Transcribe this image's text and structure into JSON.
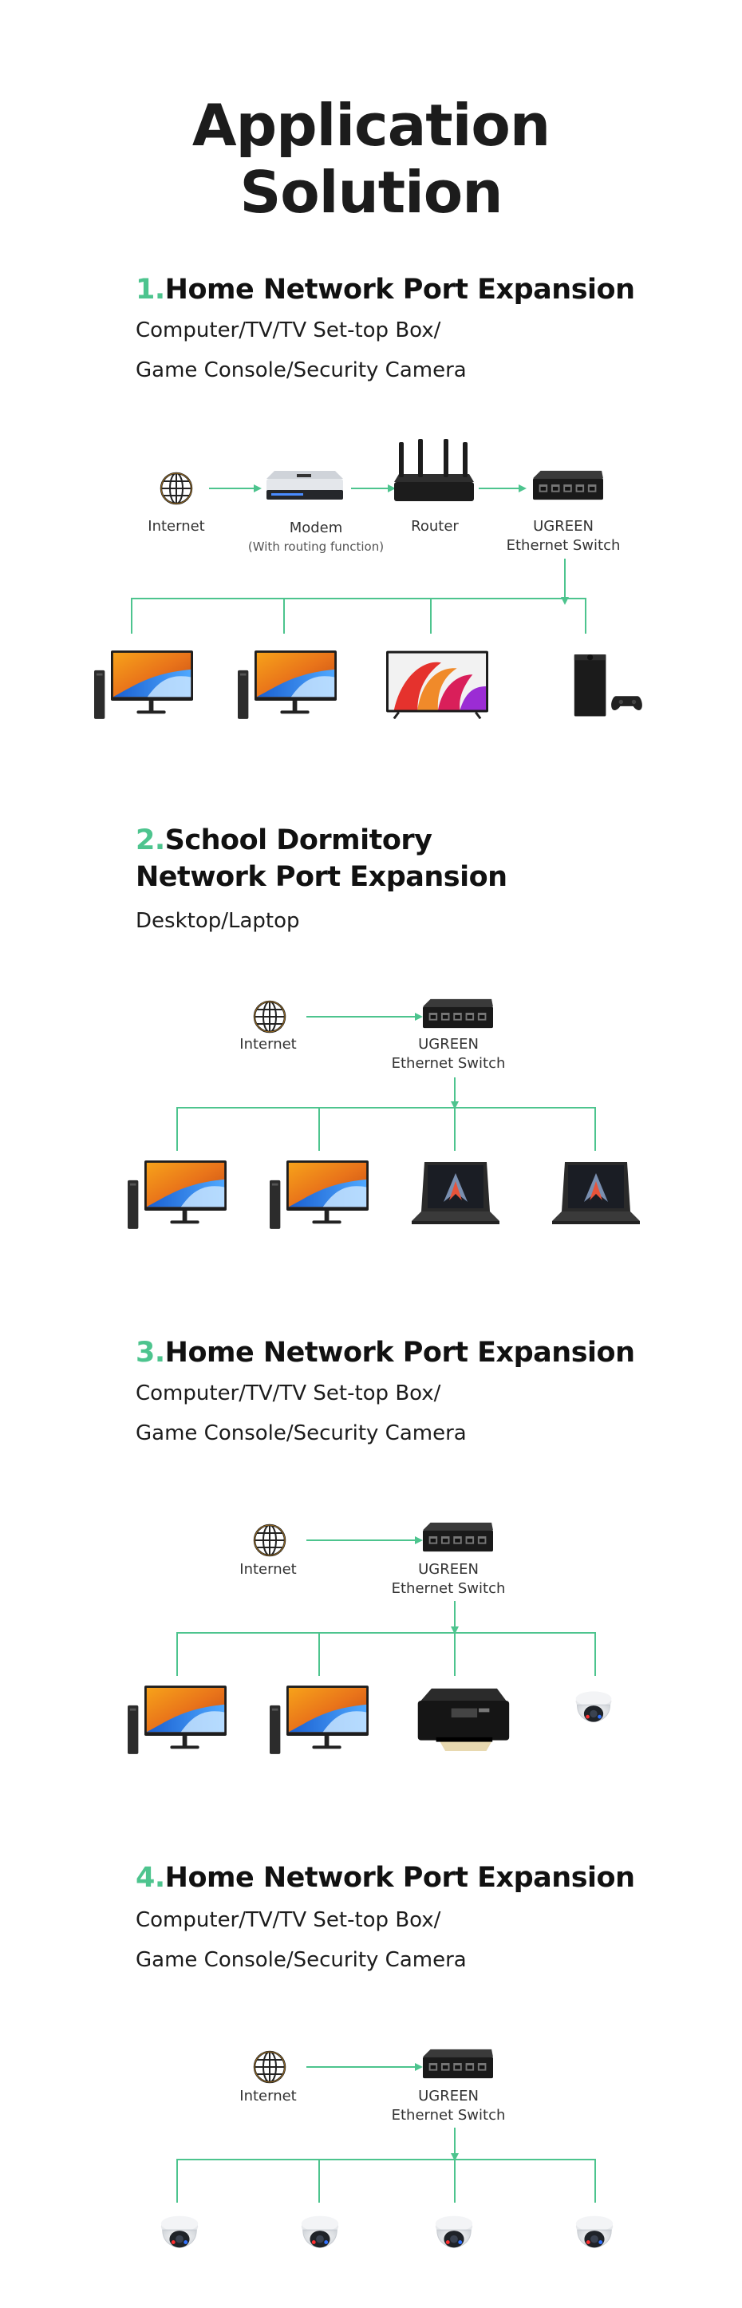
{
  "page_title": [
    "Application",
    "Solution"
  ],
  "sections": [
    {
      "number": "1.",
      "heading": [
        "Home Network Port Expansion"
      ],
      "subs": [
        "Computer/TV/TV Set-top Box/",
        "Game Console/Security Camera"
      ],
      "labels": {
        "internet": "Internet",
        "modem": "Modem",
        "modem_note": "(With routing function)",
        "router": "Router",
        "switch": [
          "UGREEN",
          "Ethernet Switch"
        ]
      }
    },
    {
      "number": "2.",
      "heading": [
        "School Dormitory",
        "Network Port Expansion"
      ],
      "subs": [
        "Desktop/Laptop"
      ],
      "labels": {
        "internet": "Internet",
        "switch": [
          "UGREEN",
          "Ethernet Switch"
        ]
      }
    },
    {
      "number": "3.",
      "heading": [
        "Home Network Port Expansion"
      ],
      "subs": [
        "Computer/TV/TV Set-top Box/",
        "Game Console/Security Camera"
      ],
      "labels": {
        "internet": "Internet",
        "switch": [
          "UGREEN",
          "Ethernet Switch"
        ]
      }
    },
    {
      "number": "4.",
      "heading": [
        "Home Network Port Expansion"
      ],
      "subs": [
        "Computer/TV/TV Set-top Box/",
        "Game Console/Security Camera"
      ],
      "labels": {
        "internet": "Internet",
        "switch": [
          "UGREEN",
          "Ethernet Switch"
        ]
      }
    }
  ],
  "colors": {
    "accent": "#4dc48e",
    "text": "#1c1c1c"
  },
  "icons": [
    "globe-icon",
    "modem-icon",
    "router-icon",
    "switch-icon",
    "desktop-icon",
    "tv-icon",
    "console-icon",
    "laptop-icon",
    "printer-icon",
    "camera-icon"
  ]
}
